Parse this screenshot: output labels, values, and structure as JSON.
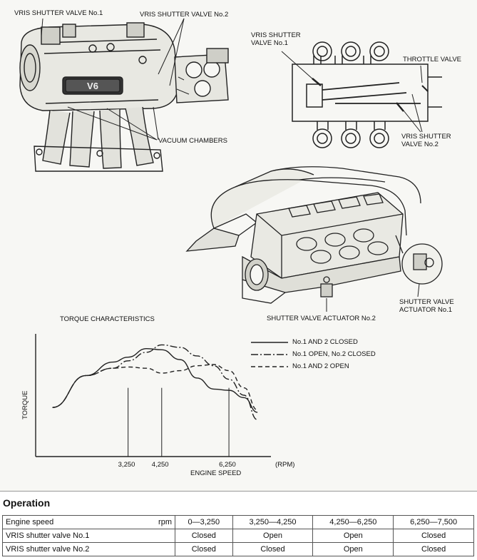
{
  "diagram": {
    "labels": {
      "shutter_no1_top": "VRIS SHUTTER VALVE No.1",
      "shutter_no2_top": "VRIS SHUTTER VALVE No.2",
      "vacuum_chambers": "VACUUM CHAMBERS",
      "schematic_shutter_no1": "VRIS SHUTTER\nVALVE No.1",
      "throttle_valve": "THROTTLE VALVE",
      "schematic_shutter_no2": "VRIS SHUTTER\nVALVE No.2",
      "actuator_no1": "SHUTTER VALVE\nACTUATOR No.1",
      "actuator_no2": "SHUTTER VALVE ACTUATOR No.2",
      "manifold_badge": "V6"
    }
  },
  "chart_data": {
    "type": "line",
    "title": "TORQUE CHARACTERISTICS",
    "xlabel": "ENGINE SPEED",
    "ylabel": "TORQUE",
    "x_unit": "(RPM)",
    "x_ticks": [
      "3,250",
      "4,250",
      "6,250"
    ],
    "x_tick_values": [
      3250,
      4250,
      6250
    ],
    "xlim": [
      500,
      7500
    ],
    "ylim": [
      0,
      1
    ],
    "legend_position": "top-right",
    "series": [
      {
        "name": "No.1 AND 2 CLOSED",
        "style": "solid",
        "x": [
          1000,
          2000,
          2800,
          3250,
          3800,
          4250,
          4800,
          5300,
          5800,
          6250,
          6700,
          7100
        ],
        "y": [
          0.4,
          0.66,
          0.77,
          0.81,
          0.88,
          0.87,
          0.79,
          0.64,
          0.55,
          0.54,
          0.48,
          0.36
        ]
      },
      {
        "name": "No.1 OPEN, No.2 CLOSED",
        "style": "dash-dot",
        "x": [
          1000,
          2000,
          2800,
          3250,
          3800,
          4250,
          4800,
          5300,
          5800,
          6250,
          6700,
          7100
        ],
        "y": [
          0.4,
          0.66,
          0.72,
          0.78,
          0.85,
          0.91,
          0.89,
          0.82,
          0.74,
          0.63,
          0.5,
          0.3
        ]
      },
      {
        "name": "No.1 AND 2 OPEN",
        "style": "dashed",
        "x": [
          1000,
          2000,
          2800,
          3250,
          3800,
          4250,
          4800,
          5300,
          5800,
          6250,
          6700,
          7100
        ],
        "y": [
          0.4,
          0.66,
          0.72,
          0.73,
          0.72,
          0.68,
          0.7,
          0.74,
          0.75,
          0.7,
          0.56,
          0.38
        ]
      }
    ],
    "reference_lines_at": [
      3250,
      4250,
      6250
    ]
  },
  "operation": {
    "title": "Operation",
    "header": {
      "param": "Engine speed",
      "unit": "rpm",
      "ranges": [
        "0—3,250",
        "3,250—4,250",
        "4,250—6,250",
        "6,250—7,500"
      ]
    },
    "rows": [
      {
        "param": "VRIS shutter valve No.1",
        "values": [
          "Closed",
          "Open",
          "Open",
          "Closed"
        ]
      },
      {
        "param": "VRIS shutter valve No.2",
        "values": [
          "Closed",
          "Closed",
          "Open",
          "Closed"
        ]
      }
    ]
  }
}
